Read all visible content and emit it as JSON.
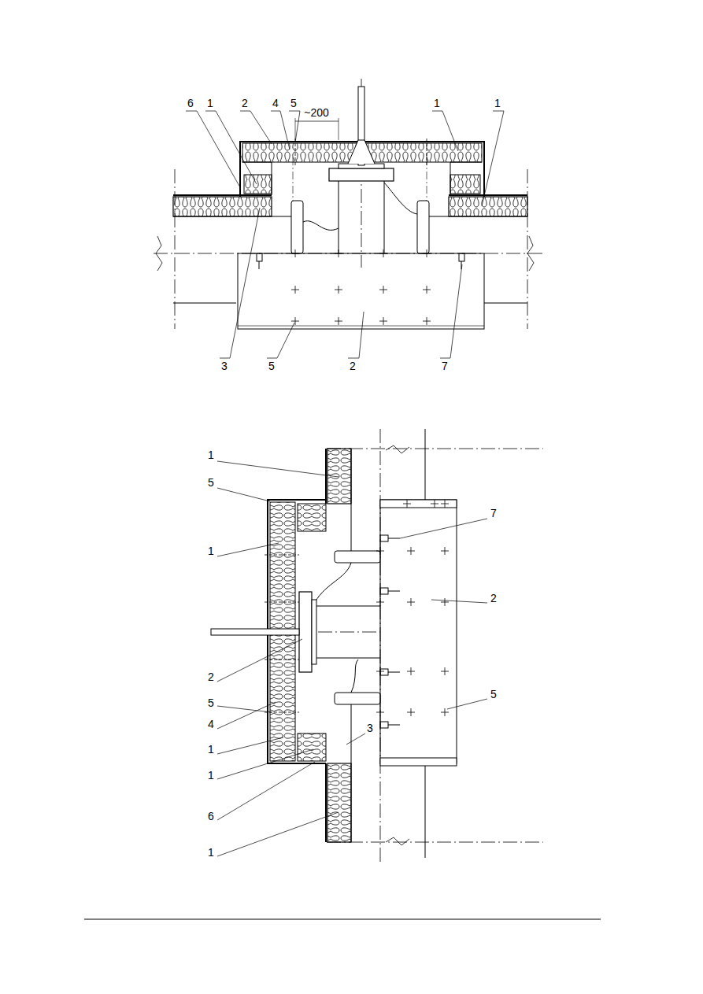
{
  "diagram": {
    "labels": [
      "6",
      "1",
      "2",
      "4",
      "5",
      "~200",
      "1",
      "1",
      "3",
      "5",
      "2",
      "7",
      "1",
      "5",
      "1",
      "2",
      "5",
      "4",
      "1",
      "1",
      "6",
      "1",
      "7",
      "2",
      "5",
      "3"
    ]
  }
}
